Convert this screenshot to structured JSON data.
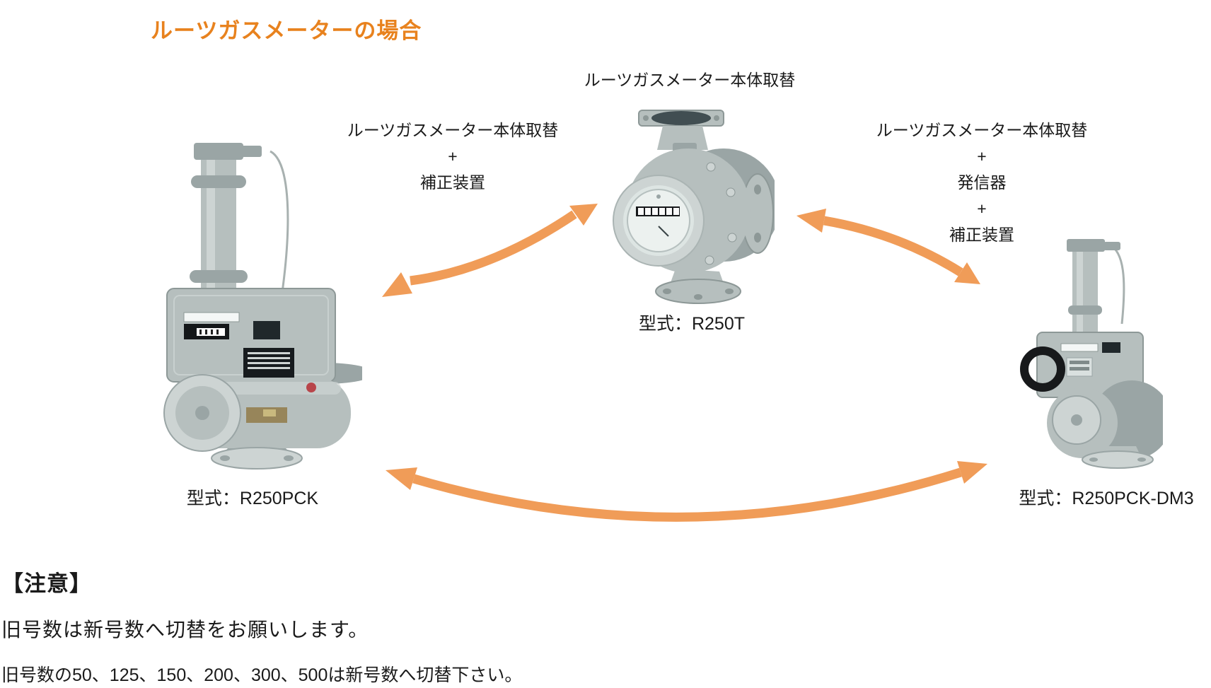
{
  "title": {
    "text": "ルーツガスメーターの場合"
  },
  "colors": {
    "accent_orange": "#E8821E",
    "arrow_orange": "#F09C58",
    "meter_gray": "#B6BFBE"
  },
  "labels": {
    "center_replacement": "ルーツガスメーター本体取替",
    "left_replacement": {
      "lines": [
        "ルーツガスメーター本体取替",
        "+",
        "補正装置"
      ]
    },
    "right_replacement": {
      "lines": [
        "ルーツガスメーター本体取替",
        "+",
        "発信器",
        "+",
        "補正装置"
      ]
    }
  },
  "models": {
    "left": "型式：R250PCK",
    "center": "型式：R250T",
    "right": "型式：R250PCK-DM3"
  },
  "notes": {
    "heading": "【注意】",
    "lines": [
      "旧号数は新号数へ切替をお願いします。",
      "旧号数の50、125、150、200、300、500は新号数へ切替下さい。"
    ]
  }
}
